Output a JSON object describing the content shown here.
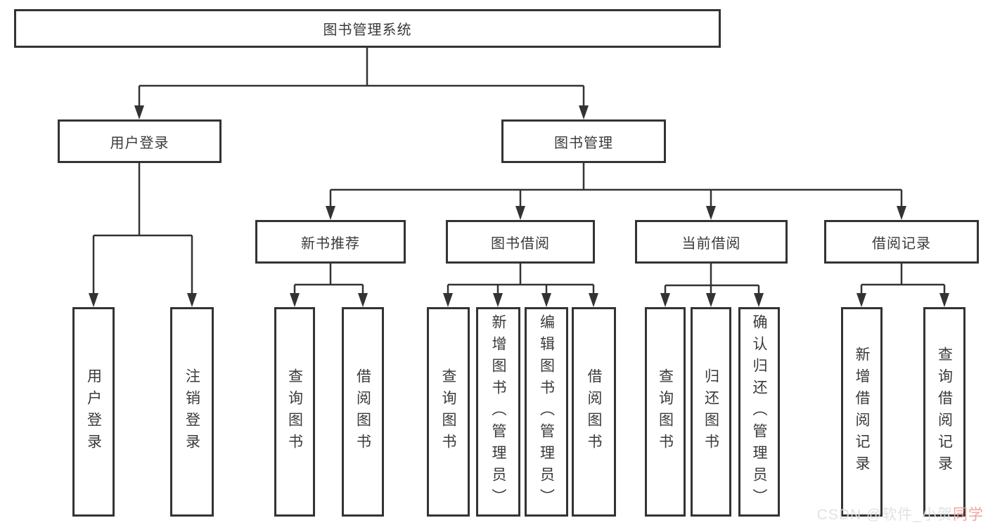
{
  "root": {
    "label": "图书管理系统"
  },
  "level2": [
    {
      "label": "用户登录"
    },
    {
      "label": "图书管理"
    }
  ],
  "level3": [
    {
      "label": "新书推荐"
    },
    {
      "label": "图书借阅"
    },
    {
      "label": "当前借阅"
    },
    {
      "label": "借阅记录"
    }
  ],
  "leaves": {
    "user_login": [
      {
        "label": "用户登录"
      },
      {
        "label": "注销登录"
      }
    ],
    "new_book": [
      {
        "label": "查询图书"
      },
      {
        "label": "借阅图书"
      }
    ],
    "book_borrow": [
      {
        "label": "查询图书"
      },
      {
        "label": "新增图书（管理员）"
      },
      {
        "label": "编辑图书（管理员）"
      },
      {
        "label": "借阅图书"
      }
    ],
    "current_borrow": [
      {
        "label": "查询图书"
      },
      {
        "label": "归还图书"
      },
      {
        "label": "确认归还（管理员）"
      }
    ],
    "borrow_records": [
      {
        "label": "新增借阅记录"
      },
      {
        "label": "查询借阅记录"
      }
    ]
  },
  "watermark": {
    "gray": "CSDN @软件_小贺",
    "red": "同学"
  },
  "colors": {
    "line": "#333333",
    "text": "#3a3a3a",
    "background": "#ffffff"
  }
}
